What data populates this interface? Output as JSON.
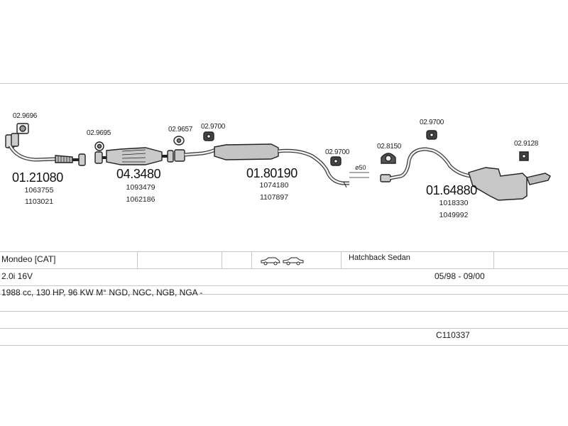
{
  "parts": [
    {
      "code": "02.9696"
    },
    {
      "code": "02.9695"
    },
    {
      "code": "02.9657"
    },
    {
      "code": "02.9700"
    },
    {
      "code": "02.9700"
    },
    {
      "code": "02.8150"
    },
    {
      "code": "02.9700"
    },
    {
      "code": "02.9128"
    }
  ],
  "main_parts": [
    {
      "number": "01.21080",
      "refs": [
        "1063755",
        "1103021"
      ]
    },
    {
      "number": "04.3480",
      "refs": [
        "1093479",
        "1062186"
      ]
    },
    {
      "number": "01.80190",
      "refs": [
        "1074180",
        "1107897"
      ]
    },
    {
      "number": "01.64880",
      "refs": [
        "1018330",
        "1049992"
      ]
    }
  ],
  "pipe_diameter_label": "ø50",
  "vehicle": {
    "model": "Mondeo  [CAT]",
    "body_type": "Hatchback Sedan",
    "engine": "2.0i 16V",
    "date_range": "05/98 - 09/00",
    "engine_details": "1988 cc, 130 HP, 96 KW M° NGD, NGC, NGB, NGA -",
    "catalog_code": "C110337"
  },
  "icons": {
    "body_icons": [
      "hatchback-car-icon",
      "sedan-car-icon"
    ]
  }
}
